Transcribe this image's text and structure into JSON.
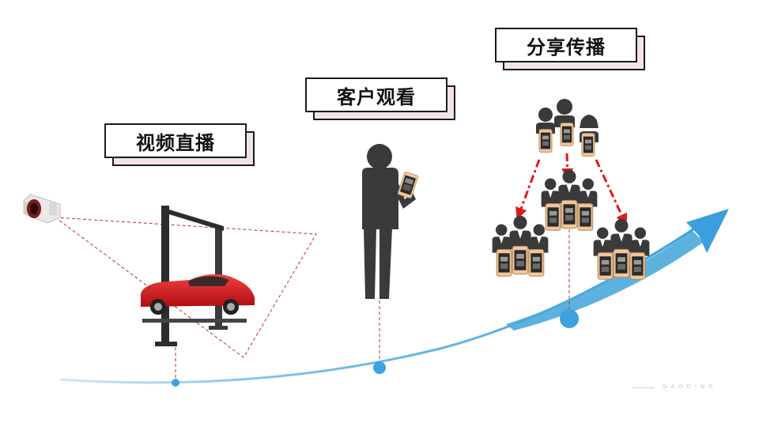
{
  "labels": {
    "live": "视频直播",
    "watch": "客户观看",
    "share": "分享传播"
  },
  "watermark": "GAODING",
  "icons": {
    "camera": "surveillance-camera-icon",
    "lift": "car-lift-icon",
    "car": "red-car-icon",
    "viewer": "person-with-phone-icon",
    "sharers": "people-with-phones-icon"
  },
  "colors": {
    "curve": "#4aa8dc",
    "node": "#3ca2e0",
    "dashed": "#b33232",
    "share_arrow": "#e01818",
    "car": "#d8161b",
    "figure": "#3a3a3a",
    "label_shadow": "#f3e3e7"
  }
}
